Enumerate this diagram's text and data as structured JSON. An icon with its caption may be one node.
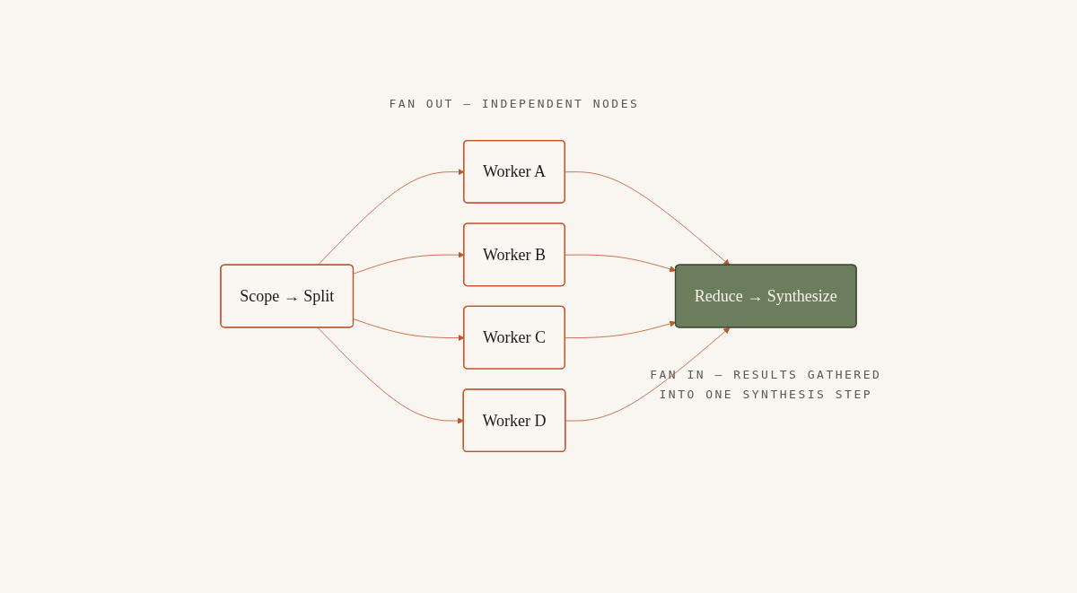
{
  "diagram": {
    "nodes": [
      {
        "text": [
          "Scope → Split"
        ]
      },
      {
        "text": [
          "Worker A"
        ]
      },
      {
        "text": [
          "Worker B"
        ]
      },
      {
        "text": [
          "Worker C"
        ]
      },
      {
        "text": [
          "Worker D"
        ]
      },
      {
        "text": [
          "Reduce → Synthesize"
        ]
      }
    ],
    "edges": [
      {
        "from": 0,
        "to": 1,
        "arrow": "to"
      },
      {
        "from": 0,
        "to": 2,
        "arrow": "to"
      },
      {
        "from": 0,
        "to": 3,
        "arrow": "to"
      },
      {
        "from": 0,
        "to": 4,
        "arrow": "to"
      },
      {
        "from": 1,
        "to": 5,
        "arrow": "to"
      },
      {
        "from": 2,
        "to": 5,
        "arrow": "to"
      },
      {
        "from": 3,
        "to": 5,
        "arrow": "to"
      },
      {
        "from": 4,
        "to": 5,
        "arrow": "to"
      }
    ],
    "labels": [
      "FAN OUT — INDEPENDENT NODES",
      "FAN IN — RESULTS GATHERED INTO ONE SYNTHESIS STEP"
    ]
  }
}
